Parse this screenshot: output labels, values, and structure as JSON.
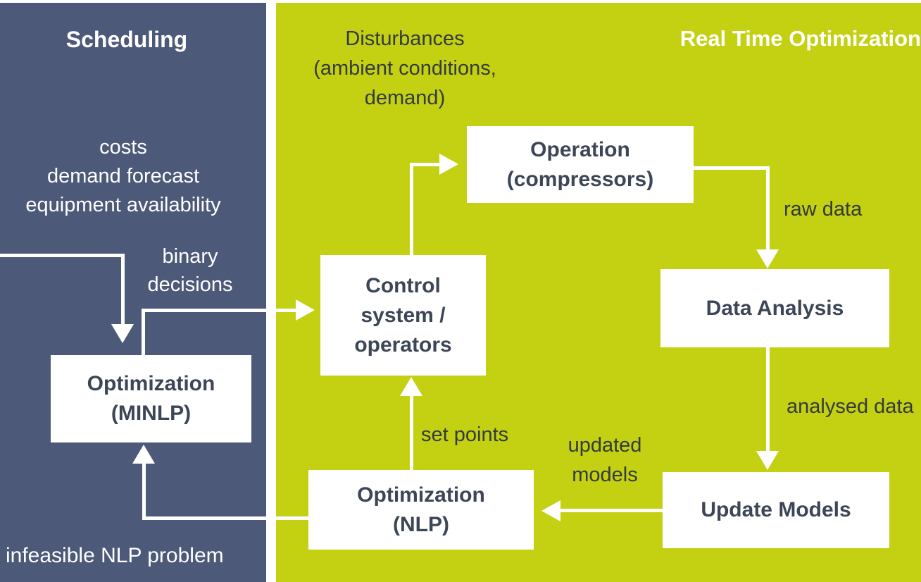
{
  "colors": {
    "panel_blue": "#4d5979",
    "panel_green": "#c4d012",
    "box_text": "#3c4657",
    "green_text": "#333b3d",
    "white": "#ffffff"
  },
  "scheduling": {
    "title": "Scheduling",
    "inputs": "costs\ndemand forecast\nequipment availability",
    "binary_label": "binary\ndecisions",
    "minlp_box": "Optimization\n(MINLP)",
    "infeasible_label": "infeasible NLP problem"
  },
  "rto": {
    "title": "Real Time Optimization",
    "disturbances": "Disturbances\n(ambient conditions,\ndemand)",
    "operation_box": "Operation\n(compressors)",
    "control_box": "Control\nsystem /\noperators",
    "data_analysis_box": "Data Analysis",
    "update_models_box": "Update Models",
    "nlp_box": "Optimization\n(NLP)",
    "raw_data_label": "raw data",
    "analysed_data_label": "analysed data",
    "updated_models_label": "updated\nmodels",
    "set_points_label": "set points"
  }
}
